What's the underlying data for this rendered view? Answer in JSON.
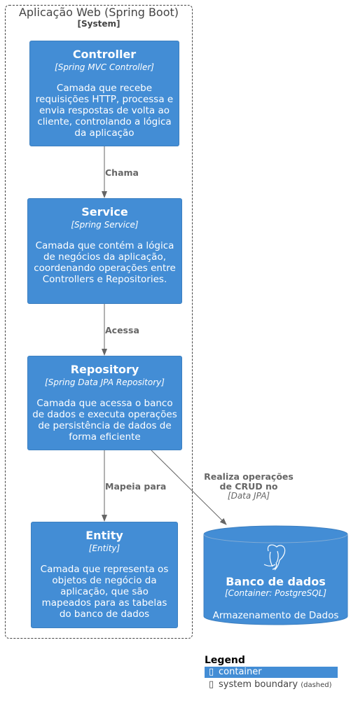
{
  "boundary": {
    "title": "Aplicação Web (Spring Boot)",
    "type": "[System]"
  },
  "nodes": {
    "controller": {
      "title": "Controller",
      "tech": "[Spring MVC Controller]",
      "desc": "Camada que recebe requisições HTTP, processa e envia respostas de volta ao cliente, controlando a lógica da aplicação"
    },
    "service": {
      "title": "Service",
      "tech": "[Spring Service]",
      "desc": "Camada que contém a lógica de negócios da aplicação, coordenando operações entre Controllers e Repositories."
    },
    "repository": {
      "title": "Repository",
      "tech": "[Spring Data JPA Repository]",
      "desc": "Camada que acessa o banco de dados e executa operações de persistência de dados de forma eficiente"
    },
    "entity": {
      "title": "Entity",
      "tech": "[Entity]",
      "desc": "Camada que representa os objetos de negócio da aplicação, que são mapeados para as tabelas do banco de dados"
    },
    "database": {
      "title": "Banco de dados",
      "tech": "[Container: PostgreSQL]",
      "desc": "Armazenamento de Dados",
      "icon": "postgresql-elephant-icon"
    }
  },
  "edges": {
    "controller_service": {
      "label": "Chama"
    },
    "service_repository": {
      "label": "Acessa"
    },
    "repository_entity": {
      "label": "Mapeia para"
    },
    "repository_database": {
      "label_line1": "Realiza operações",
      "label_line2": "de CRUD no",
      "tech": "[Data JPA]"
    }
  },
  "legend": {
    "title": "Legend",
    "container_label": "container",
    "boundary_label": "system boundary",
    "boundary_note": "(dashed)"
  },
  "colors": {
    "container": "#438DD5",
    "container_border": "#3C7FC0",
    "edge": "#666666",
    "boundary": "#444444"
  }
}
